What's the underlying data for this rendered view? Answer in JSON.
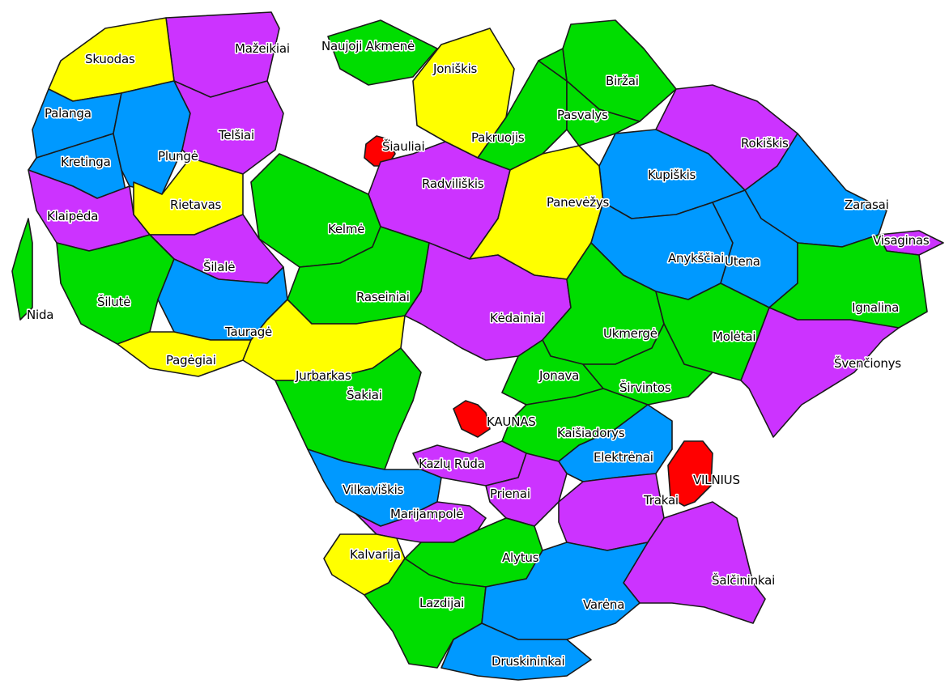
{
  "map": {
    "type": "choropleth",
    "colors": {
      "green": "#00dd00",
      "blue": "#0099ff",
      "purple": "#cc33ff",
      "yellow": "#ffff00",
      "red": "#ff0000",
      "border": "#1a1a1a"
    },
    "regions": [
      {
        "label": "Mažeikiai",
        "color": "purple"
      },
      {
        "label": "Naujoji Akmenė",
        "color": "green"
      },
      {
        "label": "Joniškis",
        "color": "yellow"
      },
      {
        "label": "Biržai",
        "color": "green"
      },
      {
        "label": "Skuodas",
        "color": "yellow"
      },
      {
        "label": "Palanga",
        "color": "blue"
      },
      {
        "label": "Kretinga",
        "color": "blue"
      },
      {
        "label": "Plungė",
        "color": "blue"
      },
      {
        "label": "Telšiai",
        "color": "purple"
      },
      {
        "label": "Šiauliai",
        "color": "red"
      },
      {
        "label": "Pakruojis",
        "color": "green"
      },
      {
        "label": "Pasvalys",
        "color": "green"
      },
      {
        "label": "Rokiškis",
        "color": "purple"
      },
      {
        "label": "Radviliškis",
        "color": "purple"
      },
      {
        "label": "Kupiškis",
        "color": "blue"
      },
      {
        "label": "Klaipėda",
        "color": "purple"
      },
      {
        "label": "Rietavas",
        "color": "yellow"
      },
      {
        "label": "Panevėžys",
        "color": "yellow"
      },
      {
        "label": "Zarasai",
        "color": "blue"
      },
      {
        "label": "Kelmė",
        "color": "green"
      },
      {
        "label": "Visaginas",
        "color": "purple"
      },
      {
        "label": "Šilalė",
        "color": "purple"
      },
      {
        "label": "Anykščiai",
        "color": "blue"
      },
      {
        "label": "Utena",
        "color": "blue"
      },
      {
        "label": "Šilutė",
        "color": "green"
      },
      {
        "label": "Raseiniai",
        "color": "green"
      },
      {
        "label": "Nida",
        "color": "green"
      },
      {
        "label": "Ignalina",
        "color": "green"
      },
      {
        "label": "Kėdainiai",
        "color": "purple"
      },
      {
        "label": "Tauragė",
        "color": "blue"
      },
      {
        "label": "Ukmergė",
        "color": "green"
      },
      {
        "label": "Molėtai",
        "color": "green"
      },
      {
        "label": "Pagėgiai",
        "color": "yellow"
      },
      {
        "label": "Švenčionys",
        "color": "purple"
      },
      {
        "label": "Jurbarkas",
        "color": "yellow"
      },
      {
        "label": "Jonava",
        "color": "green"
      },
      {
        "label": "Širvintos",
        "color": "green"
      },
      {
        "label": "Šakiai",
        "color": "green"
      },
      {
        "label": "KAUNAS",
        "color": "red"
      },
      {
        "label": "Kaišiadorys",
        "color": "green"
      },
      {
        "label": "Elektrėnai",
        "color": "blue"
      },
      {
        "label": "Kazlų Rūda",
        "color": "purple"
      },
      {
        "label": "VILNIUS",
        "color": "red"
      },
      {
        "label": "Vilkaviškis",
        "color": "blue"
      },
      {
        "label": "Prienai",
        "color": "purple"
      },
      {
        "label": "Trakai",
        "color": "purple"
      },
      {
        "label": "Marijampolė",
        "color": "purple"
      },
      {
        "label": "Kalvarija",
        "color": "yellow"
      },
      {
        "label": "Alytus",
        "color": "green"
      },
      {
        "label": "Šalčininkai",
        "color": "purple"
      },
      {
        "label": "Lazdijai",
        "color": "green"
      },
      {
        "label": "Varėna",
        "color": "blue"
      },
      {
        "label": "Druskininkai",
        "color": "blue"
      }
    ]
  }
}
